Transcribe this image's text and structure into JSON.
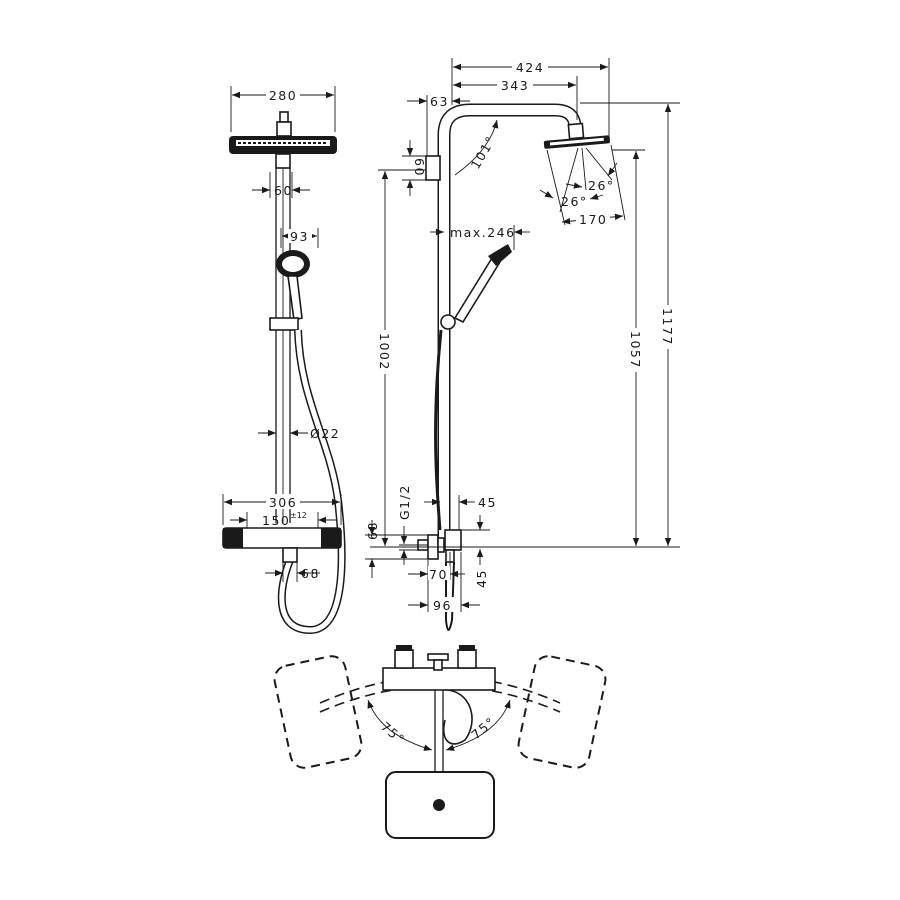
{
  "front_view": {
    "head_width": "280",
    "bracket_width": "60",
    "handshower_width": "93",
    "hose_diameter": "Ø22",
    "thermostat_width": "306",
    "inlet_spacing": "150",
    "inlet_tolerance": "±12",
    "outlet_offset": "68"
  },
  "side_view": {
    "arm_reach": "424",
    "arm_to_head_center": "343",
    "wall_offset": "63",
    "bracket_height": "60",
    "arm_angle": "101°",
    "head_tilt_a": "26°",
    "head_tilt_b": "26°",
    "head_diameter": "170",
    "handshower_reach": "max.246",
    "bracket_height_total": "1002",
    "head_height": "1057",
    "overall_height": "1177",
    "thread": "G1/2",
    "riser_offset": "45",
    "thermostat_height": "68",
    "wall_distance": "70",
    "outlet_offset": "45",
    "thermostat_depth": "96"
  },
  "top_view": {
    "swivel_left": "75°",
    "swivel_right": "75°"
  }
}
